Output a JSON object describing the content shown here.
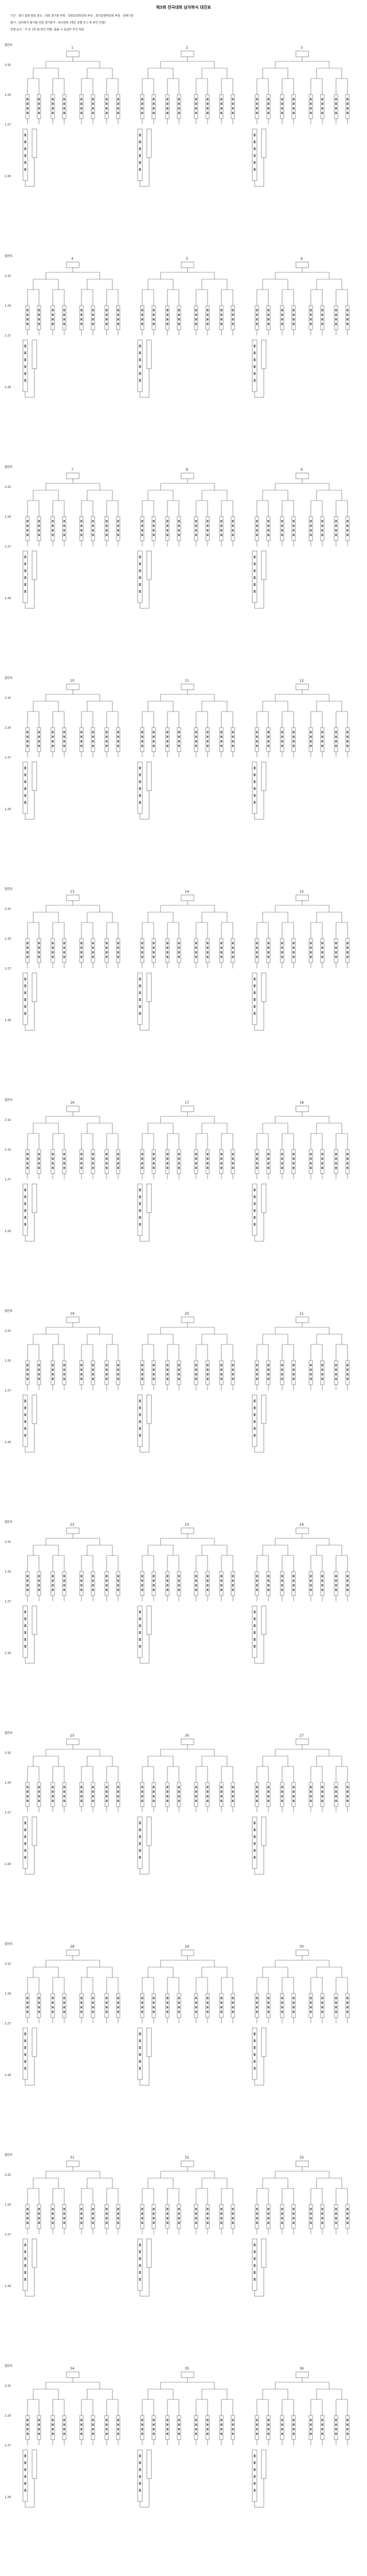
{
  "header": {
    "title": "제3회 전국대회 남자복식 대진표",
    "info": [
      "기간 : 경기 일정 참조    장소 : 대회 경기장    주최 : 대회조직위원회    주관 : 경기운영위원회    후원 : 관계기관",
      "참가 : 남자복식 참가팀 전원    경기방식 : 토너먼트 (예선 조별 리그 후 본선 진행)",
      "진행 순서 : 각 조 1위 팀 본선 진출, 동률 시 득실차 우선 적용"
    ]
  },
  "section_label": "일반조",
  "round_labels": [
    "2:32",
    "1:20",
    "1:27",
    "1:26"
  ],
  "sections": [
    {
      "numbers": [
        "1",
        "2",
        "3"
      ]
    },
    {
      "numbers": [
        "4",
        "5",
        "6"
      ]
    },
    {
      "numbers": [
        "7",
        "8",
        "9"
      ]
    },
    {
      "numbers": [
        "10",
        "11",
        "12"
      ]
    },
    {
      "numbers": [
        "13",
        "14",
        "15"
      ]
    },
    {
      "numbers": [
        "16",
        "17",
        "18"
      ]
    },
    {
      "numbers": [
        "19",
        "20",
        "21"
      ]
    },
    {
      "numbers": [
        "22",
        "23",
        "24"
      ]
    },
    {
      "numbers": [
        "25",
        "26",
        "27"
      ]
    },
    {
      "numbers": [
        "28",
        "29",
        "30"
      ]
    },
    {
      "numbers": [
        "31",
        "32",
        "33"
      ]
    },
    {
      "numbers": [
        "34",
        "35",
        "36"
      ]
    }
  ]
}
